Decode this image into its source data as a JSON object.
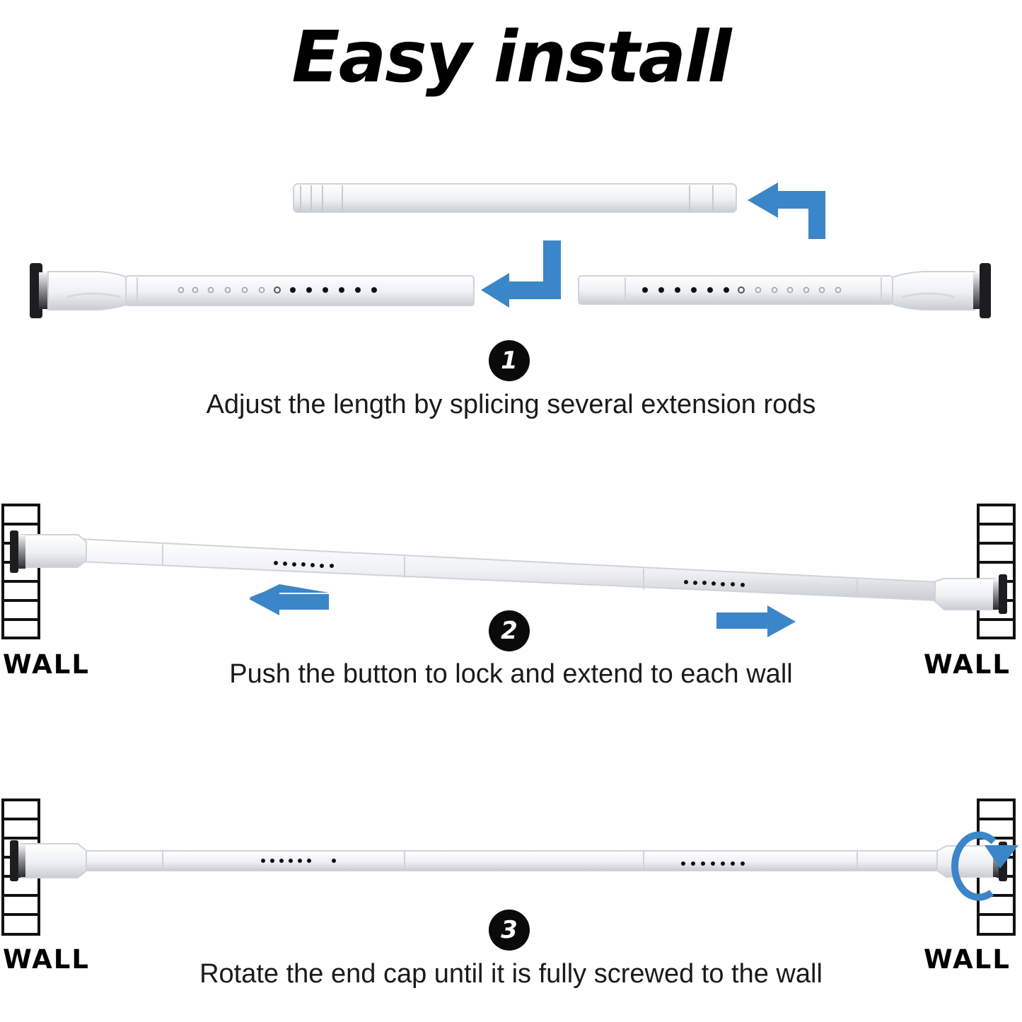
{
  "title": "Easy install",
  "steps": [
    {
      "number": "1",
      "caption": "Adjust the length by splicing several extension rods"
    },
    {
      "number": "2",
      "caption": "Push the button to lock and extend to each wall"
    },
    {
      "number": "3",
      "caption": "Rotate the end cap until it is fully screwed to the wall"
    }
  ],
  "wall_label": "WALL",
  "colors": {
    "arrow": "#3b86c8",
    "rod": "#f1f2f4",
    "rod_edge": "#cfd3d8",
    "badge": "#0a0a0a",
    "text": "#1a1a1a"
  }
}
